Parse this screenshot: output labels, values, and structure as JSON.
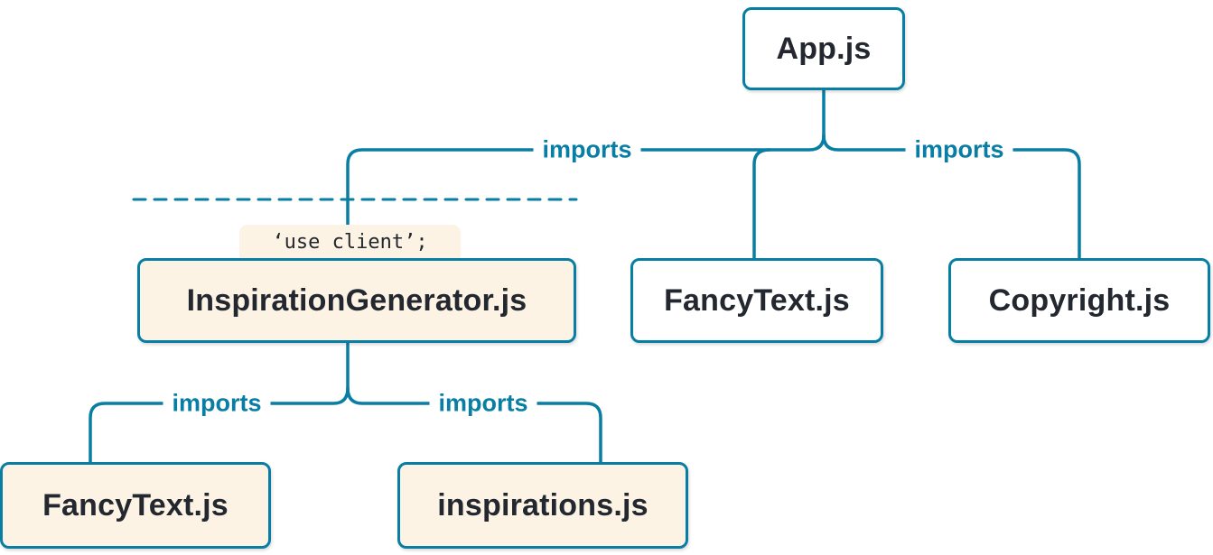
{
  "diagram": {
    "title": "module-import-tree",
    "nodes": {
      "app": {
        "label": "App.js",
        "kind": "server"
      },
      "inspiration_generator": {
        "label": "InspirationGenerator.js",
        "directive": "‘use client’;",
        "kind": "client"
      },
      "fancy_text_top": {
        "label": "FancyText.js",
        "kind": "server"
      },
      "copyright": {
        "label": "Copyright.js",
        "kind": "server"
      },
      "fancy_text_bottom": {
        "label": "FancyText.js",
        "kind": "client"
      },
      "inspirations": {
        "label": "inspirations.js",
        "kind": "client"
      }
    },
    "edge_labels": {
      "app_left": "imports",
      "app_right": "imports",
      "gen_left": "imports",
      "gen_right": "imports"
    },
    "colors": {
      "line": "#087ea4",
      "node_border": "#087ea4",
      "client_bg": "#fcf3e4",
      "server_bg": "#ffffff",
      "text": "#23272f",
      "label": "#087ea4"
    }
  }
}
